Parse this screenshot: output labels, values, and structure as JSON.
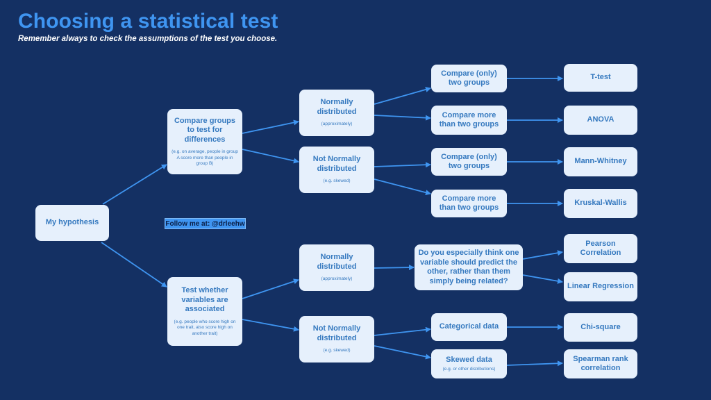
{
  "title": "Choosing a statistical test",
  "subtitle": "Remember always to check the assumptions of the test you choose.",
  "follow": "Follow me at: @drleehw",
  "colors": {
    "background": "#143063",
    "box": "#e6f0fc",
    "box_text": "#3579bf",
    "arrow": "#3f95f1",
    "title": "#3f95f1"
  },
  "nodes": {
    "hypothesis": {
      "main": "My hypothesis"
    },
    "compare_groups": {
      "main": "Compare groups to test for differences",
      "sub": "(e.g. on average, people in group A score more than people in group B)"
    },
    "associated": {
      "main": "Test whether variables are associated",
      "sub": "(e.g. people who score high on one trait, also score high on another trait)"
    },
    "normal_1": {
      "main": "Normally distributed",
      "sub": "(approximately)"
    },
    "not_normal_1": {
      "main": "Not Normally distributed",
      "sub": "(e.g. skewed)"
    },
    "normal_2": {
      "main": "Normally distributed",
      "sub": "(approximately)"
    },
    "not_normal_2": {
      "main": "Not Normally distributed",
      "sub": "(e.g. skewed)"
    },
    "two_groups_1": {
      "main": "Compare (only) two groups"
    },
    "more_groups_1": {
      "main": "Compare more than two groups"
    },
    "two_groups_2": {
      "main": "Compare (only) two groups"
    },
    "more_groups_2": {
      "main": "Compare more than two groups"
    },
    "predict_question": {
      "main": "Do you especially think one variable should predict the other, rather than them simply being related?"
    },
    "categorical": {
      "main": "Categorical data"
    },
    "skewed": {
      "main": "Skewed data",
      "sub": "(e.g. or other distributions)"
    },
    "ttest": {
      "main": "T-test"
    },
    "anova": {
      "main": "ANOVA"
    },
    "mann_whitney": {
      "main": "Mann-Whitney"
    },
    "kruskal": {
      "main": "Kruskal-Wallis"
    },
    "pearson": {
      "main": "Pearson Correlation"
    },
    "linear_regression": {
      "main": "Linear Regression"
    },
    "chi_square": {
      "main": "Chi-square"
    },
    "spearman": {
      "main": "Spearman rank correlation"
    }
  }
}
